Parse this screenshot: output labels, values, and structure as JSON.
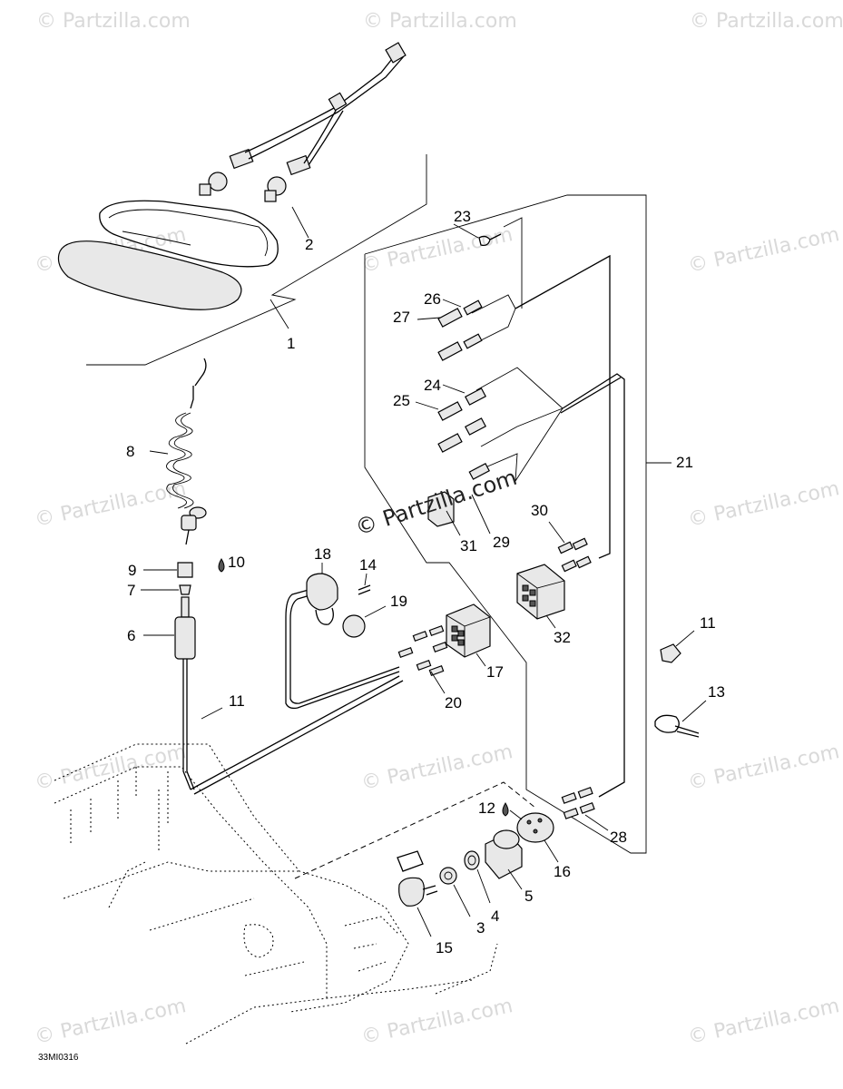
{
  "watermark": {
    "text": "© Partzilla.com",
    "center_text": "© Partzilla.com"
  },
  "diagram_code": "33MI0316",
  "callouts": {
    "c1": "1",
    "c2": "2",
    "c3": "3",
    "c4": "4",
    "c5": "5",
    "c6": "6",
    "c7": "7",
    "c8": "8",
    "c9": "9",
    "c10": "10",
    "c11a": "11",
    "c11b": "11",
    "c12": "12",
    "c13": "13",
    "c15": "15",
    "c16": "16",
    "c17": "17",
    "c18": "18",
    "c19": "19",
    "c20": "20",
    "c21": "21",
    "c23": "23",
    "c24": "24",
    "c25": "25",
    "c26": "26",
    "c27": "27",
    "c28": "28",
    "c29": "29",
    "c30": "30",
    "c31": "31",
    "c32": "32",
    "c14": "14"
  },
  "colors": {
    "line": "#000000",
    "watermark": "#d9d9d9",
    "background": "#ffffff"
  }
}
